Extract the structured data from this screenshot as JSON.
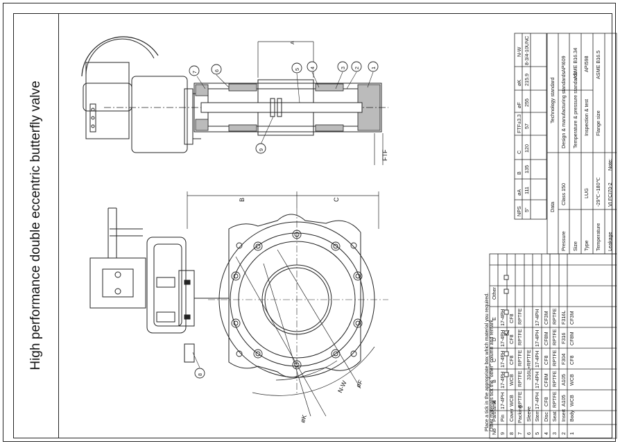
{
  "title": "High performance double eccentric butterfly valve",
  "side_view": {
    "dims": {
      "a": "A",
      "ftf": "FTF"
    },
    "balloons": [
      "1",
      "2",
      "3",
      "4",
      "5",
      "6",
      "7",
      "9"
    ]
  },
  "front_view": {
    "dims": {
      "b": "B",
      "c": "C",
      "phi_f": "øF",
      "nw": "N-W",
      "phi_k": "øK"
    },
    "balloons": [
      "8"
    ]
  },
  "materials": {
    "note_line1": "Place a tick in the appropriate box which material you required.",
    "note_line2": "Other materials tick the \"other\" column and remark.",
    "header": {
      "no": "No",
      "partname": "Partname",
      "a": "A",
      "b": "B",
      "c": "C",
      "d": "D",
      "e": "E",
      "other": "Other"
    },
    "checked_option": "D",
    "rows": [
      {
        "no": "9",
        "part": "Pin",
        "cells": [
          "17-4PH",
          "17-4PH",
          "17-4PH",
          "17-4PH",
          "17-4PH"
        ]
      },
      {
        "no": "8",
        "part": "Cover",
        "cells": [
          "WCB",
          "WCB",
          "CF8",
          "CF8",
          "CF8"
        ]
      },
      {
        "no": "7",
        "part": "Packing",
        "cells": [
          "RPTFE",
          "RPTFE",
          "RPTFE",
          "RPTFE",
          "RPTFE"
        ]
      },
      {
        "no": "6",
        "part": "Sleeve",
        "merged": "316L+RPTFE"
      },
      {
        "no": "5",
        "part": "Stem",
        "cells": [
          "17-4PH",
          "17-4PH",
          "17-4PH",
          "17-4PH",
          "17-4PH"
        ]
      },
      {
        "no": "4",
        "part": "Disc",
        "cells": [
          "CF8",
          "CF8M",
          "CF8",
          "CF8M",
          "CF3M"
        ]
      },
      {
        "no": "3",
        "part": "Seat",
        "cells": [
          "RPTFE",
          "RPTFE",
          "RPTFE",
          "RPTFE",
          "RPTFE"
        ]
      },
      {
        "no": "2",
        "part": "Insert",
        "cells": [
          "A105",
          "A105",
          "F304",
          "F316",
          "F316L"
        ]
      },
      {
        "no": "1",
        "part": "Body",
        "cells": [
          "WCB",
          "WCB",
          "CF8",
          "CF8M",
          "CF3M"
        ]
      }
    ]
  },
  "dimension_table": {
    "headers": [
      "NPS",
      "øA",
      "B",
      "C",
      "FTF±3.3",
      "øF",
      "øK",
      "N-W"
    ],
    "values": [
      "5\"",
      "111",
      "135",
      "120",
      "57",
      "255",
      "215.9",
      "8-3/4-10UNC"
    ]
  },
  "data_block": {
    "heading": "Data",
    "rows": [
      {
        "label": "Pressure",
        "value": "Class 150"
      },
      {
        "label": "Size",
        "value": ""
      },
      {
        "label": "Type",
        "value": "LUG"
      },
      {
        "label": "Temperature",
        "value": "-29℃~180℃"
      },
      {
        "label": "Leakage",
        "value": "VI FCI70-2"
      }
    ]
  },
  "tech_block": {
    "heading": "Technology standard",
    "rows": [
      {
        "label": "Design & manufacturing standards",
        "value": "API609"
      },
      {
        "label": "Temperature & pressure standards",
        "value": "ASME B16.34"
      },
      {
        "label": "Inspection & test",
        "value": "API598"
      },
      {
        "label": "Flange size",
        "value": "ASME B16.5"
      }
    ],
    "note_label": "Note:"
  }
}
